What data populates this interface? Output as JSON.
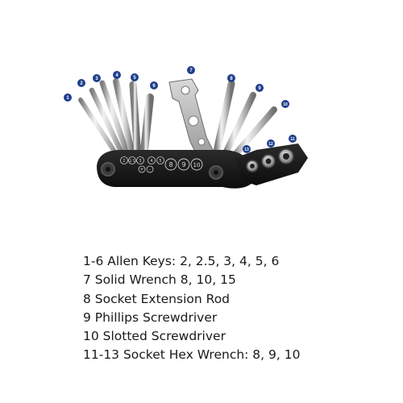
{
  "image": {
    "subject": "bicycle-multi-tool",
    "colors": {
      "background": "#ffffff",
      "steel_light": "#e6e6e6",
      "steel_dark": "#8a8a8a",
      "body_black": "#151515",
      "label_blue": "#1f3e8c"
    },
    "tool_labels": {
      "l1": "1",
      "l2": "2",
      "l3": "3",
      "l4": "4",
      "l5": "5",
      "l6": "6",
      "l7": "7",
      "l8": "8",
      "l9": "9",
      "l10": "10",
      "l11": "11",
      "l12": "12",
      "l13": "13"
    },
    "body_markings": {
      "m1": "2",
      "m2": "2.5",
      "m3": "3",
      "m4": "+",
      "m5": "-",
      "m6": "4",
      "m7": "5",
      "m8": "8",
      "m9": "9",
      "m10": "10"
    }
  },
  "spec_list": [
    "1-6 Allen Keys: 2, 2.5, 3, 4, 5, 6",
    "7 Solid Wrench 8, 10, 15",
    "8 Socket Extension Rod",
    "9 Phillips Screwdriver",
    "10 Slotted Screwdriver",
    "11-13 Socket Hex Wrench: 8, 9, 10"
  ]
}
